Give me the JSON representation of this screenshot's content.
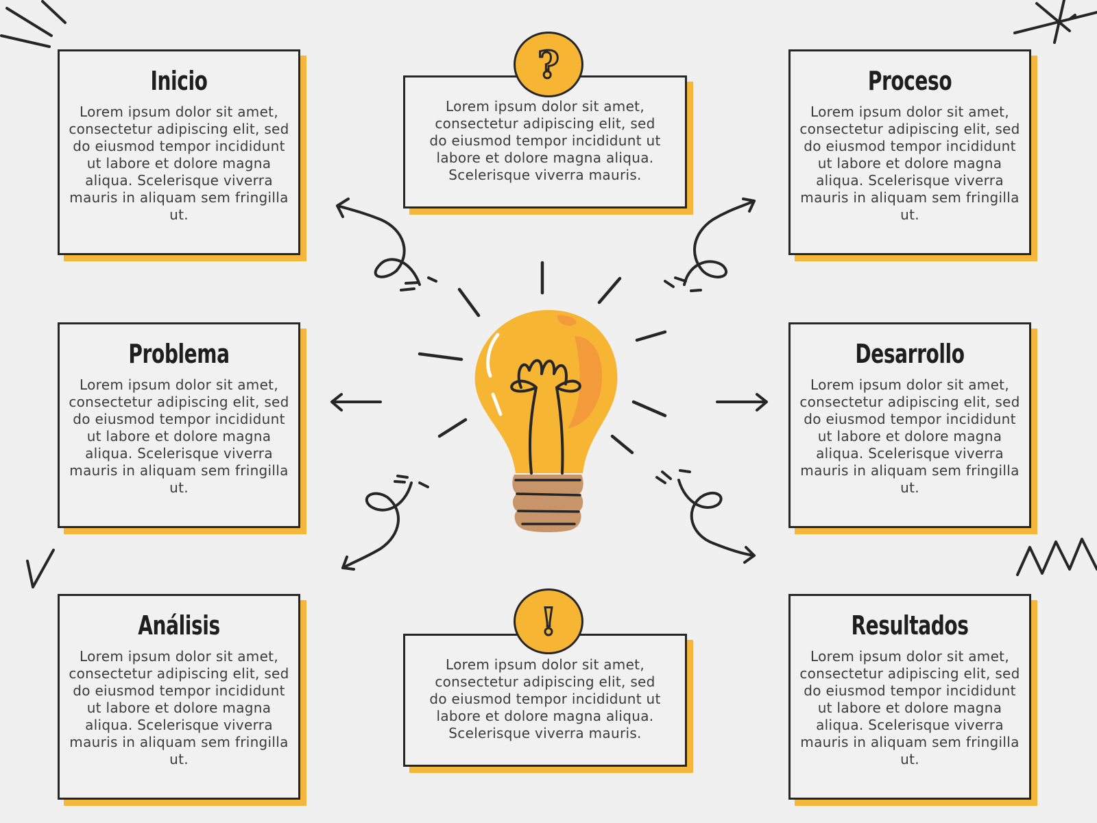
{
  "colors": {
    "background": "#f0f0f0",
    "accent": "#f4b73c",
    "ink": "#262626",
    "bulb": "#f6b533",
    "bulb_shade": "#f39b3a",
    "base": "#c8956a"
  },
  "cards": {
    "inicio": {
      "title": "Inicio",
      "text": "Lorem ipsum dolor sit amet, consectetur adipiscing elit, sed do eiusmod tempor incididunt ut labore et dolore magna aliqua. Scelerisque viverra mauris in aliquam sem fringilla ut."
    },
    "proceso": {
      "title": "Proceso",
      "text": "Lorem ipsum dolor sit amet, consectetur adipiscing elit, sed do eiusmod tempor incididunt ut labore et dolore magna aliqua. Scelerisque viverra mauris in aliquam sem fringilla ut."
    },
    "problema": {
      "title": "Problema",
      "text": "Lorem ipsum dolor sit amet, consectetur adipiscing elit, sed do eiusmod tempor incididunt ut labore et dolore magna aliqua. Scelerisque viverra mauris in aliquam sem fringilla ut."
    },
    "desarrollo": {
      "title": "Desarrollo",
      "text": "Lorem ipsum dolor sit amet, consectetur adipiscing elit, sed do eiusmod tempor incididunt ut labore et dolore magna aliqua. Scelerisque viverra mauris in aliquam sem fringilla ut."
    },
    "analisis": {
      "title": "Análisis",
      "text": "Lorem ipsum dolor sit amet, consectetur adipiscing elit, sed do eiusmod tempor incididunt ut labore et dolore magna aliqua. Scelerisque viverra mauris in aliquam sem fringilla ut."
    },
    "resultados": {
      "title": "Resultados",
      "text": "Lorem ipsum dolor sit amet, consectetur adipiscing elit, sed do eiusmod tempor incididunt ut labore et dolore magna aliqua. Scelerisque viverra mauris in aliquam sem fringilla ut."
    },
    "question": {
      "icon": "question-mark-icon",
      "symbol": "?",
      "text": "Lorem ipsum dolor sit amet, consectetur adipiscing elit, sed do eiusmod tempor incididunt ut labore et dolore magna aliqua. Scelerisque viverra mauris."
    },
    "exclamation": {
      "icon": "exclamation-mark-icon",
      "symbol": "!",
      "text": "Lorem ipsum dolor sit amet, consectetur adipiscing elit, sed do eiusmod tempor incididunt ut labore et dolore magna aliqua. Scelerisque viverra mauris."
    }
  },
  "center": {
    "icon": "lightbulb-icon"
  }
}
